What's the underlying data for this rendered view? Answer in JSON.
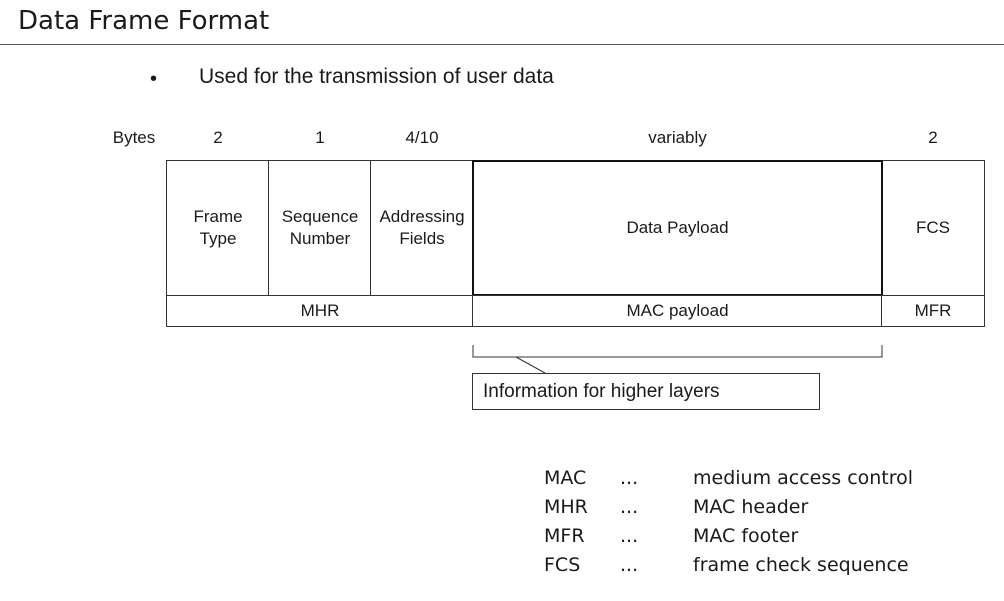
{
  "slide": {
    "title": "Data Frame Format",
    "bullet": "Used for the transmission of user data"
  },
  "frame": {
    "bytes_label": "Bytes",
    "byte_counts": [
      "2",
      "1",
      "4/10",
      "variably",
      "2"
    ],
    "fields": [
      {
        "line1": "Frame",
        "line2": "Type"
      },
      {
        "line1": "Sequence",
        "line2": "Number"
      },
      {
        "line1": "Addressing",
        "line2": "Fields"
      },
      {
        "line1": "Data Payload",
        "line2": ""
      },
      {
        "line1": "FCS",
        "line2": ""
      }
    ],
    "groups": [
      "MHR",
      "MAC payload",
      "MFR"
    ],
    "callout": "Information for higher layers"
  },
  "legend": [
    {
      "abbr": "MAC",
      "sep": "...",
      "meaning": "medium access control"
    },
    {
      "abbr": "MHR",
      "sep": "...",
      "meaning": "MAC header"
    },
    {
      "abbr": "MFR",
      "sep": "...",
      "meaning": "MAC footer"
    },
    {
      "abbr": "FCS",
      "sep": "...",
      "meaning": "frame check sequence"
    }
  ]
}
